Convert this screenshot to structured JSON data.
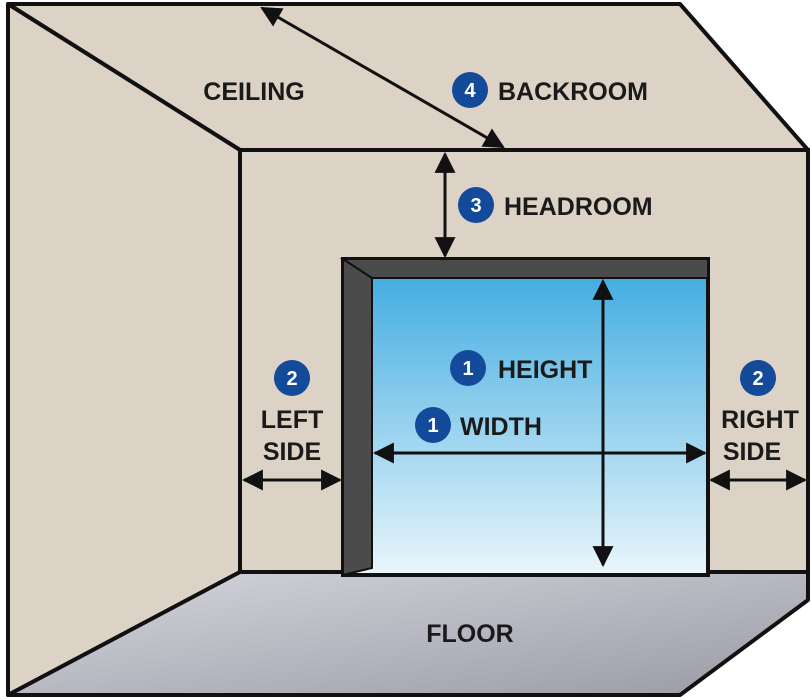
{
  "labels": {
    "ceiling": "CEILING",
    "backroom": "BACKROOM",
    "headroom": "HEADROOM",
    "height": "HEIGHT",
    "width": "WIDTH",
    "left_side_line1": "LEFT",
    "left_side_line2": "SIDE",
    "right_side_line1": "RIGHT",
    "right_side_line2": "SIDE",
    "floor": "FLOOR"
  },
  "badges": {
    "backroom": "4",
    "headroom": "3",
    "height": "1",
    "width": "1",
    "left_side": "2",
    "right_side": "2"
  },
  "colors": {
    "wall": "#ddd2c6",
    "outline": "#111111",
    "badge": "#134a9a",
    "floor": "#bcbcc6",
    "door_top": "#3aa9e0",
    "door_bottom": "#eaf6fb",
    "jamb": "#4b4b4b"
  }
}
